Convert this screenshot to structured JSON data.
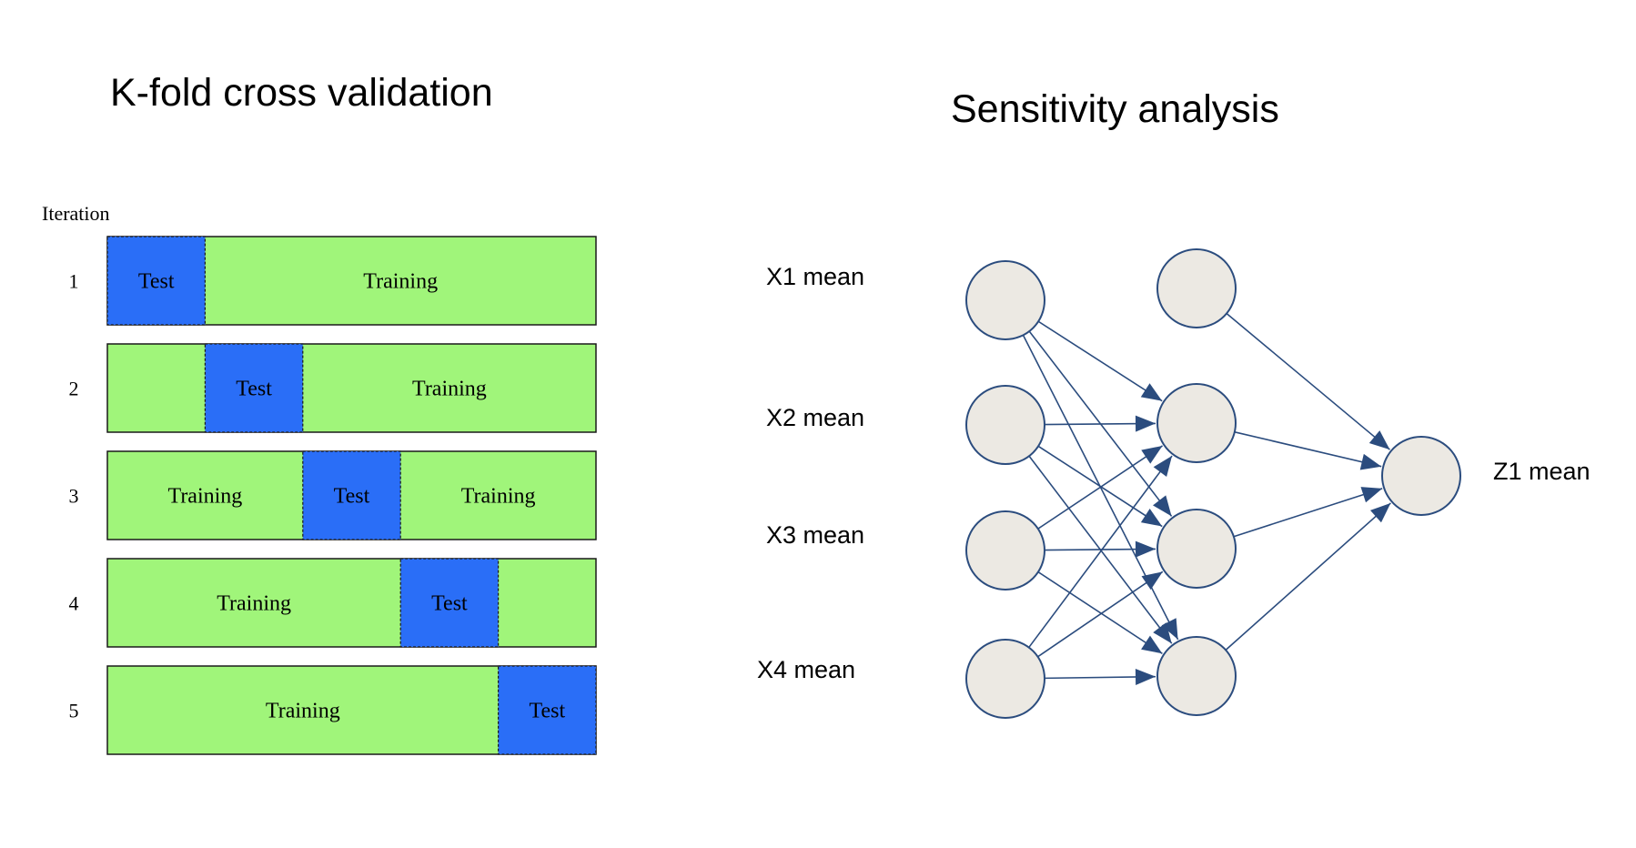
{
  "kfold": {
    "title": "K-fold cross validation",
    "iteration_label": "Iteration",
    "test_label": "Test",
    "training_label": "Training",
    "folds": 5,
    "iterations": [
      {
        "number": "1",
        "test_index": 0
      },
      {
        "number": "2",
        "test_index": 1
      },
      {
        "number": "3",
        "test_index": 2
      },
      {
        "number": "4",
        "test_index": 3
      },
      {
        "number": "5",
        "test_index": 4
      }
    ],
    "colors": {
      "test": "#2a6ef7",
      "training": "#a0f57a",
      "border": "#1a1a1a"
    }
  },
  "sensitivity": {
    "title": "Sensitivity analysis",
    "input_labels": [
      "X1 mean",
      "X2 mean",
      "X3 mean",
      "X4 mean"
    ],
    "output_label": "Z1 mean",
    "layers": [
      4,
      4,
      1
    ],
    "hidden_bias_node": true,
    "colors": {
      "node_fill": "#ece9e3",
      "node_stroke": "#2b4c7e",
      "edge": "#2b4c7e"
    }
  }
}
